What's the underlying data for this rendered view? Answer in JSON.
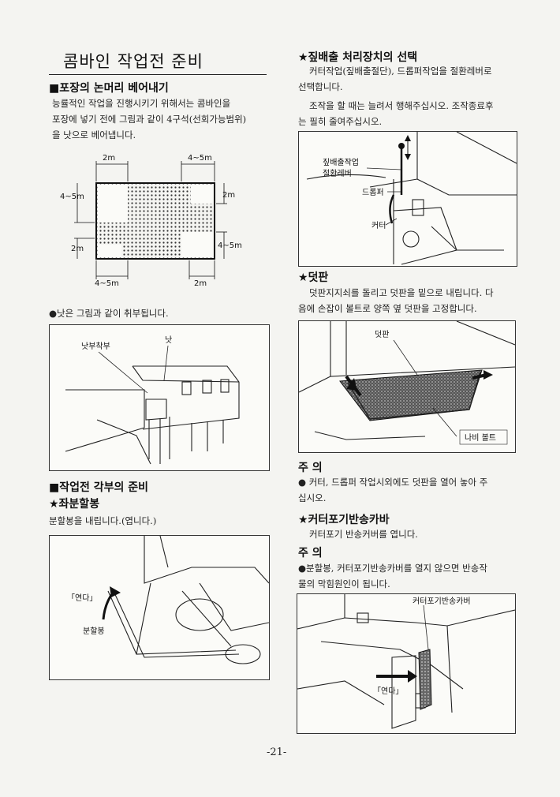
{
  "page": {
    "title": "콤바인 작업전 준비",
    "number": "-21-"
  },
  "left": {
    "section1": {
      "heading": "■포장의 논머리 베어내기",
      "lines": [
        "능률적인 작업을 진행시키기 위해서는 콤바인을",
        "포장에 넣기 전에 그림과 같이 4구석(선회가능범위)",
        "을 낫으로 베어냅니다."
      ],
      "diagram": {
        "top_left": "2m",
        "top_right": "4~5m",
        "left_upper": "4~5m",
        "right_upper": "2m",
        "left_lower": "2m",
        "right_lower": "4~5m",
        "bottom_left": "4~5m",
        "bottom_right": "2m"
      },
      "note": "●낫은 그림과 같이 취부됩니다.",
      "fig_labels": {
        "holder": "낫부착부",
        "sickle": "낫"
      }
    },
    "section2": {
      "heading": "■작업전 각부의 준비",
      "sub": "★좌분할봉",
      "text": "분할봉을 내립니다.(엽니다.)",
      "fig_labels": {
        "open": "「연다」",
        "rod": "분할봉"
      }
    }
  },
  "right": {
    "section1": {
      "heading": "★짚배출 처리장치의 선택",
      "lines": [
        "커터작업(짚배출절단), 드롭퍼작업을 절환레버로",
        "선택합니다.",
        "조작을 할 때는 늘려서 행해주십시오. 조작종료후",
        "는 필히 줄여주십시오."
      ],
      "fig_labels": {
        "lever1": "짚배출작업",
        "lever2": "절환레버",
        "dropper": "드롭퍼",
        "cutter": "커터"
      }
    },
    "section2": {
      "heading": "★덧판",
      "lines": [
        "덧판지지쇠를 돌리고 덧판을 밑으로 내립니다. 다",
        "음에 손잡이 볼트로 양쪽 옆 덧판을 고정합니다."
      ],
      "fig_labels": {
        "plate": "덧판",
        "bolt": "나비 볼트"
      },
      "caution_title": "주    의",
      "caution_lines": [
        "● 커터, 드롭퍼 작업시외에도 덧판을 열어  놓아 주",
        "   십시오."
      ]
    },
    "section3": {
      "heading": "★커터포기반송카바",
      "text": "커터포기 반송커버를 엽니다.",
      "caution_title": "주    의",
      "caution_lines": [
        "●분할봉, 커터포기반송카버를 열지 않으면 반송작",
        "  물의 막힘원인이 됩니다."
      ],
      "fig_labels": {
        "cover": "커터포기반송카버",
        "open": "「연다」"
      }
    }
  }
}
